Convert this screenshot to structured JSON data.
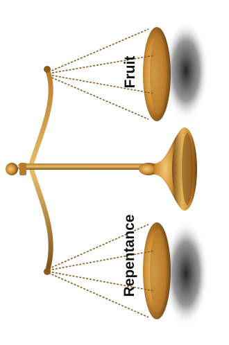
{
  "image": {
    "subject": "balance-scale",
    "labels": {
      "upper_pan": "Fruit",
      "lower_pan": "Repentance"
    },
    "colors": {
      "background": "#ffffff",
      "brass_light": "#e3b45a",
      "brass_mid": "#c98a2f",
      "brass_dark": "#7a4f18",
      "shadow": "#222222",
      "label": "#111111"
    }
  }
}
